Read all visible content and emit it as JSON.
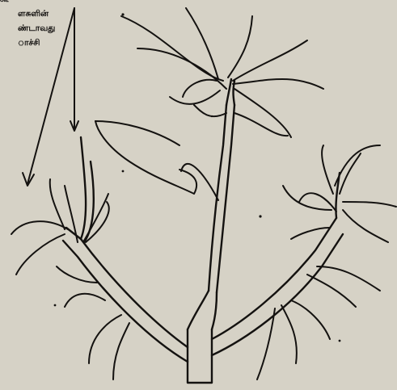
{
  "caption": {
    "lines": [
      "கூ",
      "ளசுளின்",
      "ண்டாவது",
      "ாச்சி"
    ]
  },
  "colors": {
    "paper": "#d6d2c6",
    "ink": "#141210"
  }
}
